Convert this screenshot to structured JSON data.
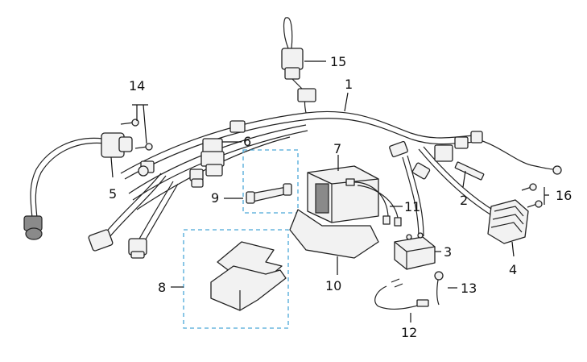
{
  "callouts": {
    "c1": "1",
    "c2": "2",
    "c3": "3",
    "c4": "4",
    "c5": "5",
    "c6": "6",
    "c7": "7",
    "c8": "8",
    "c9": "9",
    "c10": "10",
    "c11": "11",
    "c12": "12",
    "c13": "13",
    "c14": "14",
    "c15": "15",
    "c16": "16"
  },
  "colors": {
    "kit_box": "#4aa8d8",
    "line": "#111111"
  }
}
